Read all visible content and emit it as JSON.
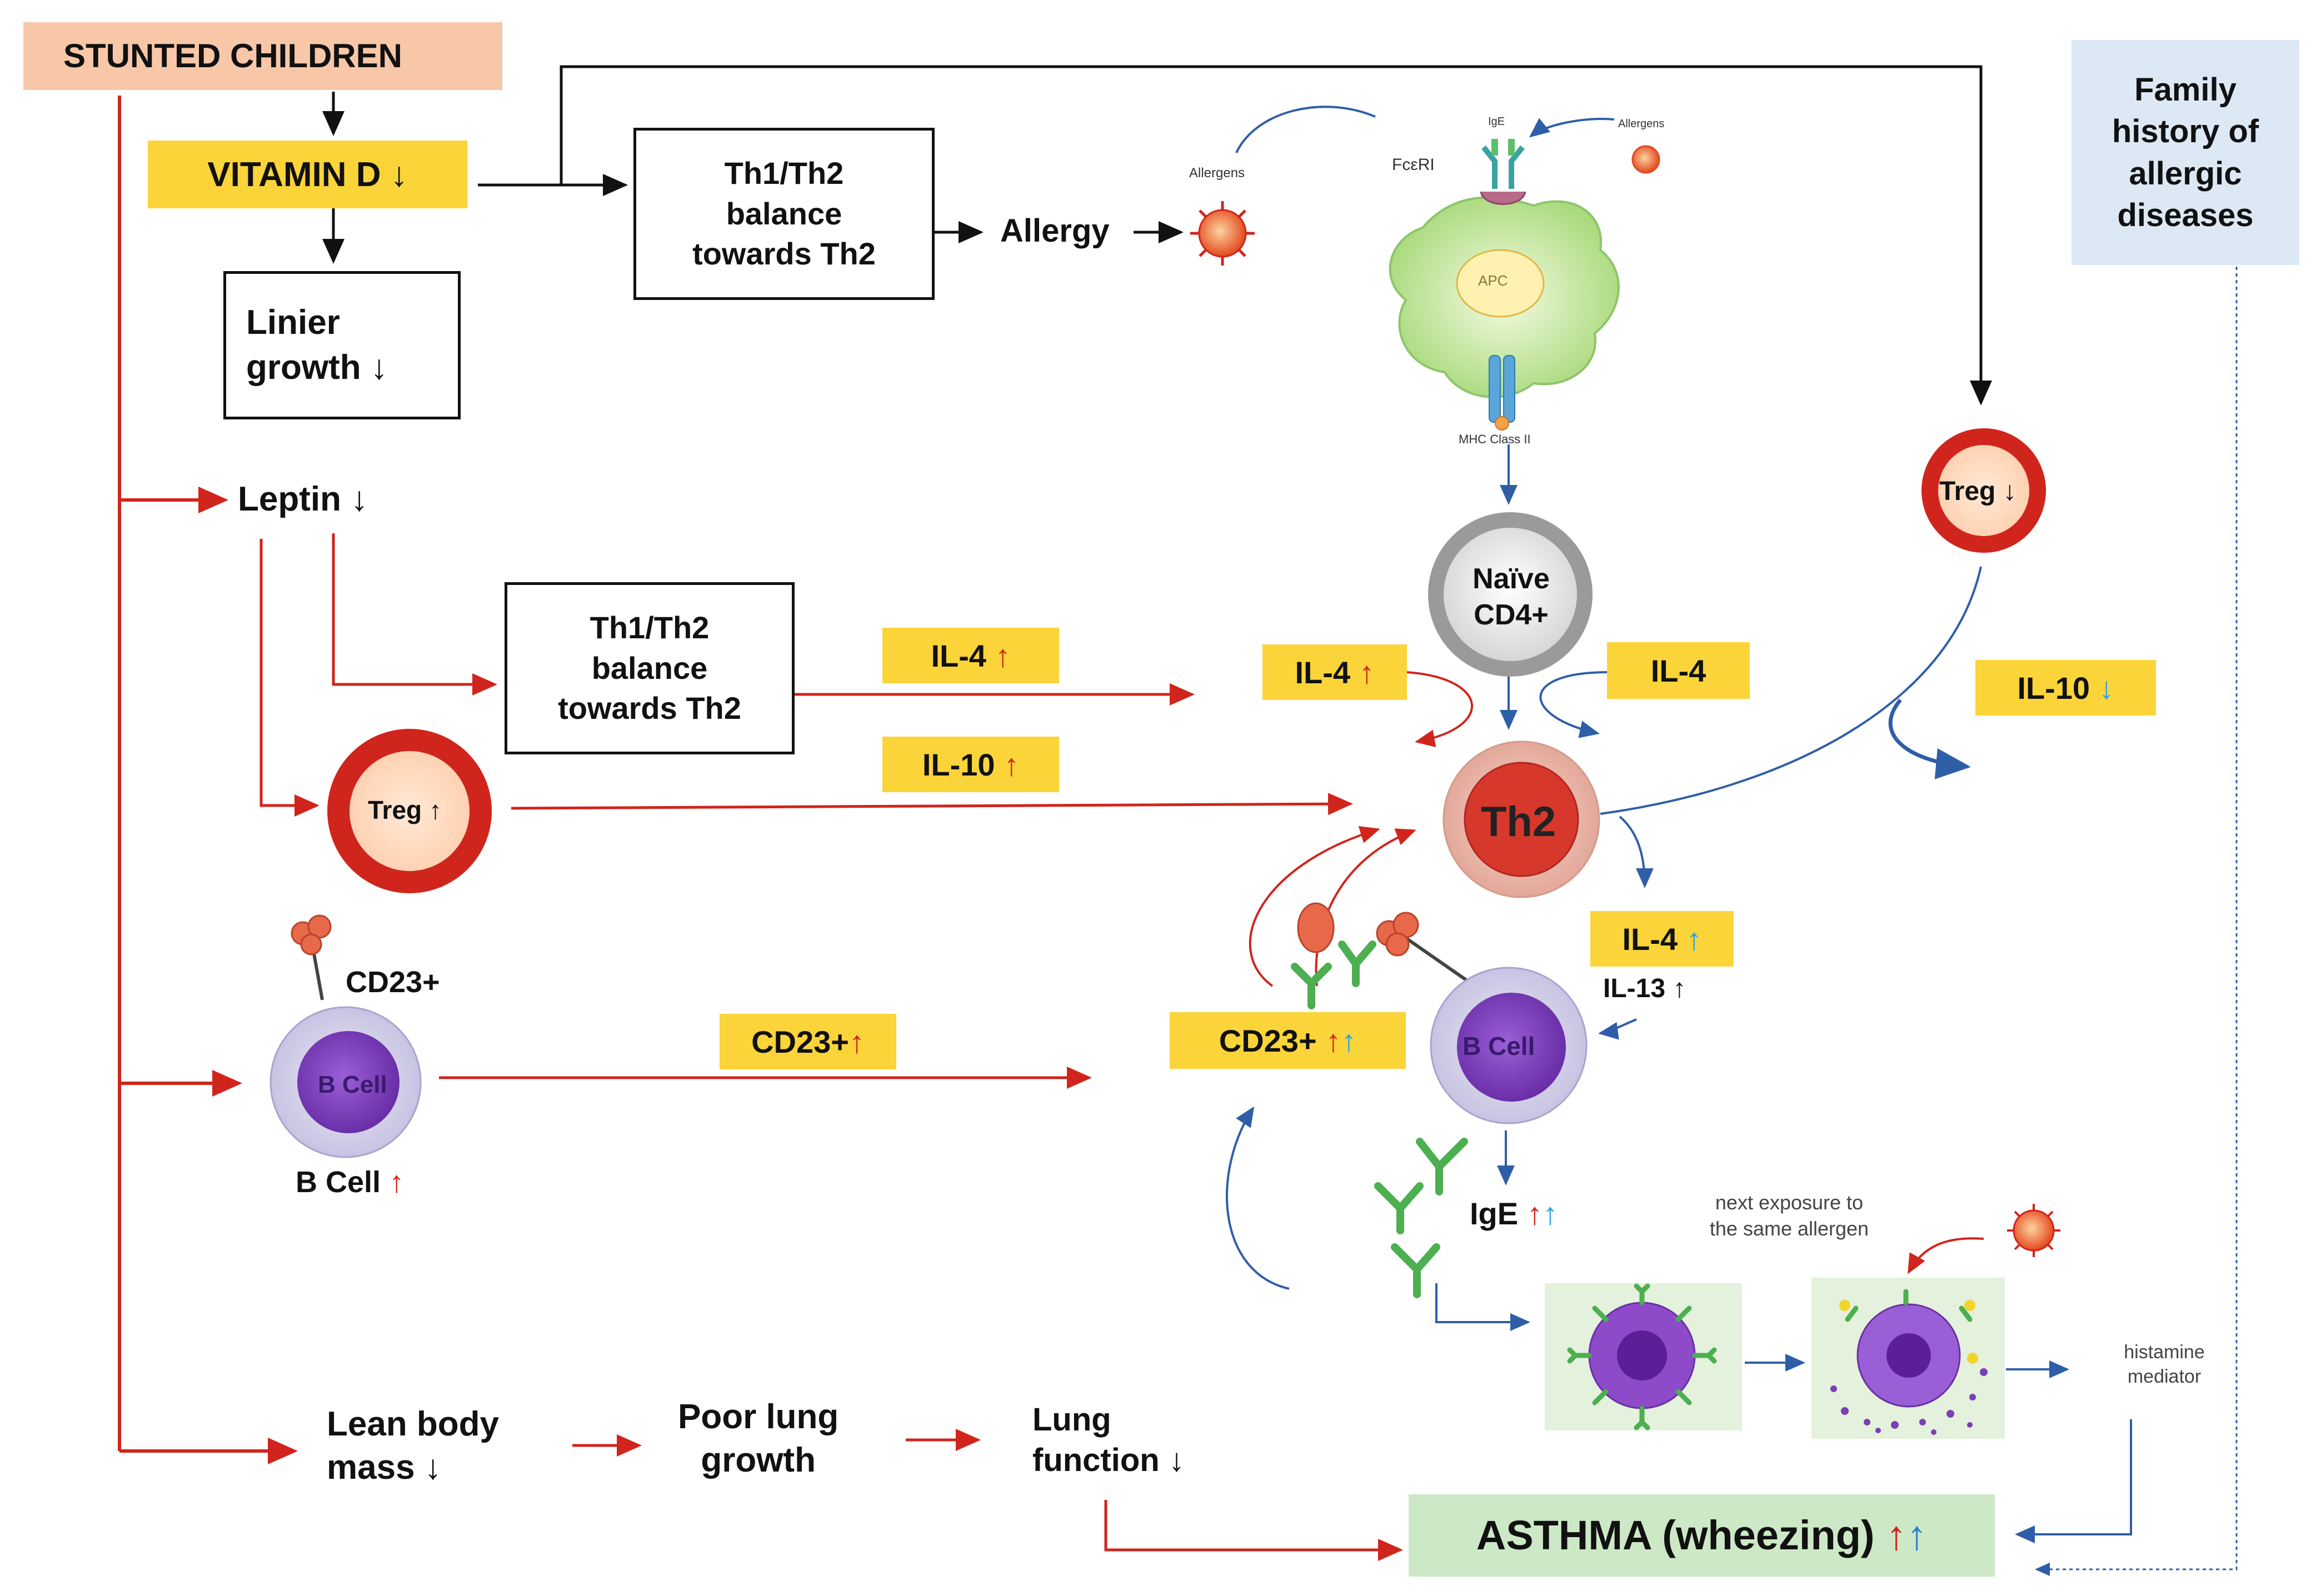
{
  "title_box": {
    "text": "STUNTED CHILDREN",
    "color": "#f8c7a8"
  },
  "vitamin_d": {
    "text": "VITAMIN D ↓"
  },
  "linier_growth": {
    "line1": "Linier",
    "line2": "growth ↓"
  },
  "th_balance_top": {
    "line1": "Th1/Th2",
    "line2": "balance",
    "line3": "towards Th2"
  },
  "allergy": {
    "text": "Allergy"
  },
  "allergens_left": {
    "text": "Allergens"
  },
  "allergens_right": {
    "text": "Allergens"
  },
  "ige_tiny": {
    "text": "IgE"
  },
  "fceri": {
    "text": "FcεRI"
  },
  "apc": {
    "text": "APC"
  },
  "mhc": {
    "text": "MHC Class II"
  },
  "family_history": {
    "line1": "Family",
    "line2": "history of",
    "line3": "allergic",
    "line4": "diseases",
    "color": "#dce9f5"
  },
  "leptin": {
    "text": "Leptin ↓"
  },
  "th_balance_mid": {
    "line1": "Th1/Th2",
    "line2": "balance",
    "line3": "towards Th2"
  },
  "il4_mid": {
    "label": "IL-4",
    "arrow": "↑"
  },
  "il10_mid": {
    "label": "IL-10",
    "arrow": "↑"
  },
  "treg_left": {
    "label": "Treg",
    "arrow": "↑"
  },
  "treg_right": {
    "label": "Treg",
    "arrow": "↓"
  },
  "naive_cd4": {
    "line1": "Naïve",
    "line2": "CD4+"
  },
  "il4_left_of_naive": {
    "label": "IL-4",
    "arrow": "↑"
  },
  "il4_right_of_naive": {
    "label": "IL-4"
  },
  "il10_right": {
    "label": "IL-10",
    "arrow": "↓"
  },
  "th2": {
    "text": "Th2"
  },
  "cd23_left_label": {
    "text": "CD23+"
  },
  "b_cell_left": {
    "text": "B Cell"
  },
  "b_cell_up": {
    "label": "B Cell",
    "arrow": "↑"
  },
  "cd23_mid": {
    "label": "CD23+",
    "arrow": "↑"
  },
  "cd23_right": {
    "label": "CD23+",
    "arrow_red": "↑",
    "arrow_blue": "↑"
  },
  "il4_right": {
    "label": "IL-4",
    "arrow": "↑"
  },
  "il13": {
    "label": "IL-13",
    "arrow": "↑"
  },
  "b_cell_right": {
    "text": "B Cell"
  },
  "ige": {
    "label": "IgE",
    "arrow_red": "↑",
    "arrow_blue": "↑"
  },
  "next_exposure": {
    "line1": "next exposure to",
    "line2": "the same allergen"
  },
  "histamine": {
    "line1": "histamine",
    "line2": "mediator"
  },
  "lean_body": {
    "line1": "Lean body",
    "line2": "mass ↓"
  },
  "poor_lung": {
    "line1": "Poor lung",
    "line2": "growth"
  },
  "lung_function": {
    "line1": "Lung",
    "line2": "function ↓"
  },
  "asthma": {
    "label": "ASTHMA (wheezing)",
    "arrow_red": "↑",
    "arrow_blue": "↑",
    "color": "#cde8c6"
  },
  "colors": {
    "red": "#d0251c",
    "blue": "#2f5ea8",
    "yellow": "#fbd43a",
    "green_antibody": "#4caf50",
    "purple_cell": "#7a3fb5"
  }
}
